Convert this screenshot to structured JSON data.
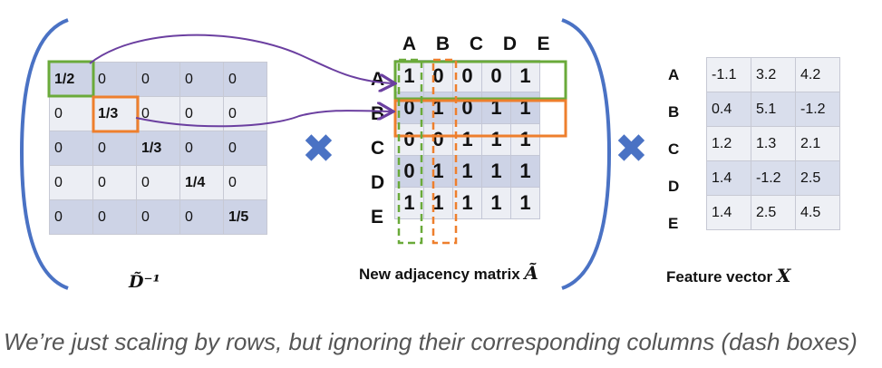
{
  "d_matrix": {
    "rows": [
      [
        "1/2",
        "0",
        "0",
        "0",
        "0"
      ],
      [
        "0",
        "1/3",
        "0",
        "0",
        "0"
      ],
      [
        "0",
        "0",
        "1/3",
        "0",
        "0"
      ],
      [
        "0",
        "0",
        "0",
        "1/4",
        "0"
      ],
      [
        "0",
        "0",
        "0",
        "0",
        "1/5"
      ]
    ],
    "caption": "D̃⁻¹"
  },
  "adjacency": {
    "columns": [
      "A",
      "B",
      "C",
      "D",
      "E"
    ],
    "row_labels": [
      "A",
      "B",
      "C",
      "D",
      "E"
    ],
    "rows": [
      [
        "1",
        "0",
        "0",
        "0",
        "1"
      ],
      [
        "0",
        "1",
        "0",
        "1",
        "1"
      ],
      [
        "0",
        "0",
        "1",
        "1",
        "1"
      ],
      [
        "0",
        "1",
        "1",
        "1",
        "1"
      ],
      [
        "1",
        "1",
        "1",
        "1",
        "1"
      ]
    ],
    "caption_text": "New adjacency matrix ",
    "caption_symbol": "Ã"
  },
  "features": {
    "row_labels": [
      "A",
      "B",
      "C",
      "D",
      "E"
    ],
    "rows": [
      [
        "-1.1",
        "3.2",
        "4.2"
      ],
      [
        "0.4",
        "5.1",
        "-1.2"
      ],
      [
        "1.2",
        "1.3",
        "2.1"
      ],
      [
        "1.4",
        "-1.2",
        "2.5"
      ],
      [
        "1.4",
        "2.5",
        "4.5"
      ]
    ],
    "caption_text": "Feature vector ",
    "caption_symbol": "X"
  },
  "operator_symbol": "✖",
  "note": "We’re just scaling by rows, but ignoring their corresponding columns (dash boxes)",
  "colors": {
    "green": "#6aaa3a",
    "orange": "#ee7f2d",
    "purple": "#6b3fa0",
    "bracket": "#4a72c4",
    "times": "#4a72c4"
  }
}
